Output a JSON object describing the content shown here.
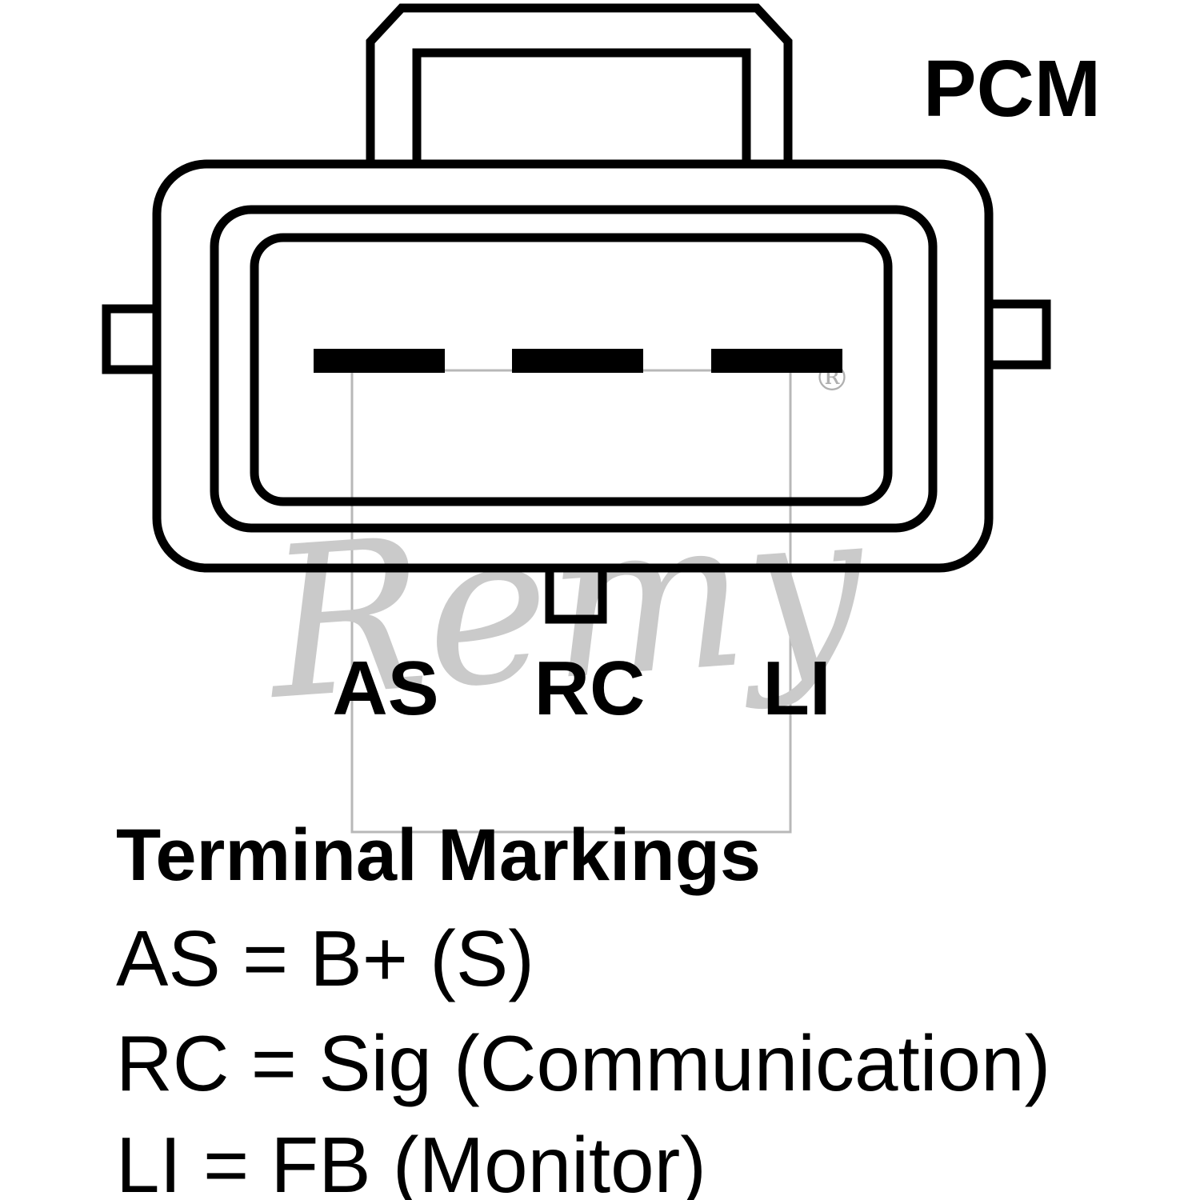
{
  "connector": {
    "label": "PCM",
    "terminals": [
      {
        "id": "AS",
        "label": "AS"
      },
      {
        "id": "RC",
        "label": "RC"
      },
      {
        "id": "LI",
        "label": "LI"
      }
    ]
  },
  "watermark": {
    "text": "Remy",
    "registered_symbol": "®"
  },
  "legend": {
    "title": "Terminal Markings",
    "entries": [
      {
        "text": "AS = B+ (S)"
      },
      {
        "text": "RC = Sig (Communication)"
      },
      {
        "text": "LI = FB (Monitor)"
      }
    ]
  },
  "colors": {
    "line": "#000000",
    "background": "#ffffff",
    "watermark": "#cacaca"
  }
}
